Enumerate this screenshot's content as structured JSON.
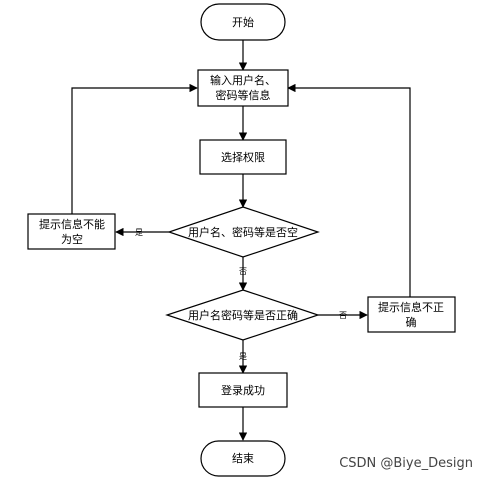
{
  "nodes": {
    "start": "开始",
    "input_line1": "输入用户名、",
    "input_line2": "密码等信息",
    "select": "选择权限",
    "check_empty": "用户名、密码等是否空",
    "msg_empty_line1": "提示信息不能",
    "msg_empty_line2": "为空",
    "check_correct": "用户名密码等是否正确",
    "msg_wrong_line1": "提示信息不正",
    "msg_wrong_line2": "确",
    "success": "登录成功",
    "end": "结束"
  },
  "edges": {
    "empty_yes": "是",
    "empty_no": "否",
    "correct_no": "否",
    "correct_yes": "是"
  },
  "watermark": "CSDN @Biye_Design"
}
